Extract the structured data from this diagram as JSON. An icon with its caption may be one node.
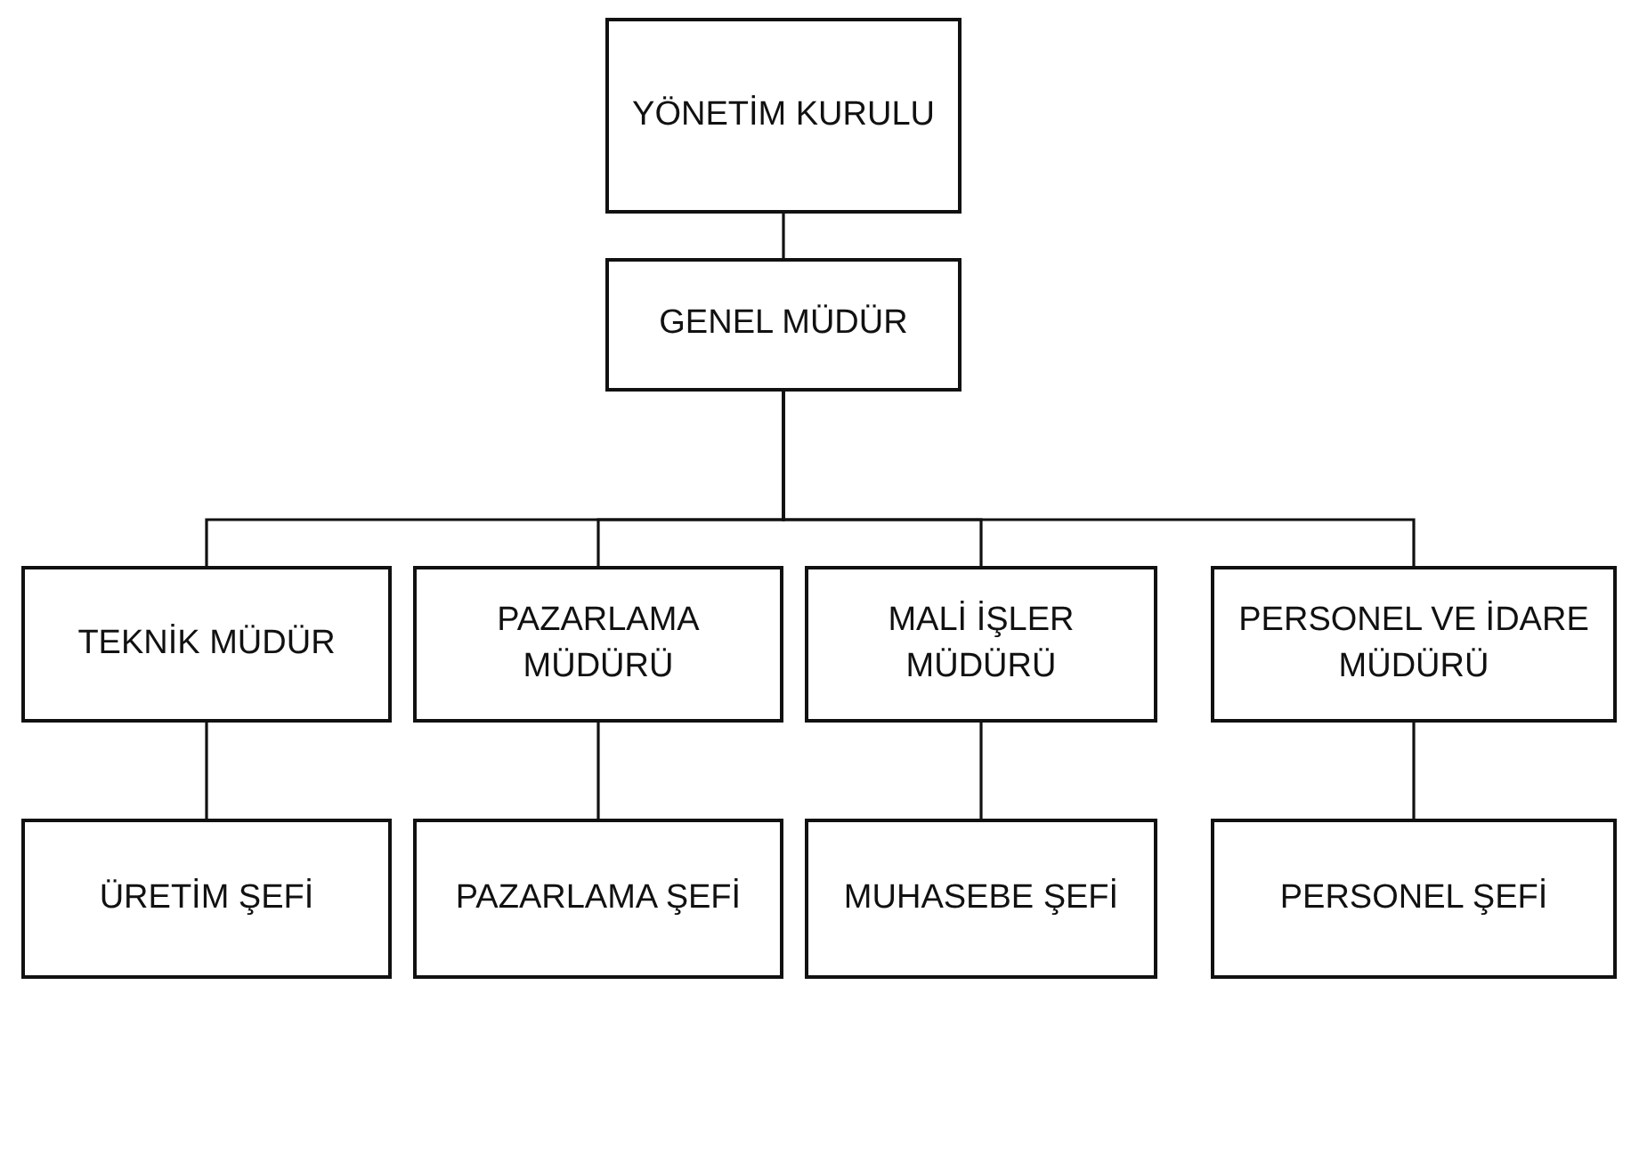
{
  "diagram": {
    "nodes": [
      {
        "text": [
          "YÖNETİM KURULU"
        ]
      },
      {
        "text": [
          "GENEL MÜDÜR"
        ]
      },
      {
        "text": [
          "TEKNİK MÜDÜR"
        ]
      },
      {
        "text": [
          "PAZARLAMA MÜDÜRÜ"
        ]
      },
      {
        "text": [
          "MALİ İŞLER MÜDÜRÜ"
        ]
      },
      {
        "text": [
          "PERSONEL VE İDARE MÜDÜRÜ"
        ]
      },
      {
        "text": [
          "ÜRETİM ŞEFİ"
        ]
      },
      {
        "text": [
          "PAZARLAMA ŞEFİ"
        ]
      },
      {
        "text": [
          "MUHASEBE ŞEFİ"
        ]
      },
      {
        "text": [
          "PERSONEL ŞEFİ"
        ]
      }
    ],
    "edges": [
      {
        "from": 0,
        "to": 1,
        "arrow": "none"
      },
      {
        "from": 1,
        "to": 2,
        "arrow": "none"
      },
      {
        "from": 1,
        "to": 3,
        "arrow": "none"
      },
      {
        "from": 1,
        "to": 4,
        "arrow": "none"
      },
      {
        "from": 1,
        "to": 5,
        "arrow": "none"
      },
      {
        "from": 2,
        "to": 6,
        "arrow": "none"
      },
      {
        "from": 3,
        "to": 7,
        "arrow": "none"
      },
      {
        "from": 4,
        "to": 8,
        "arrow": "none"
      },
      {
        "from": 5,
        "to": 9,
        "arrow": "none"
      }
    ]
  }
}
